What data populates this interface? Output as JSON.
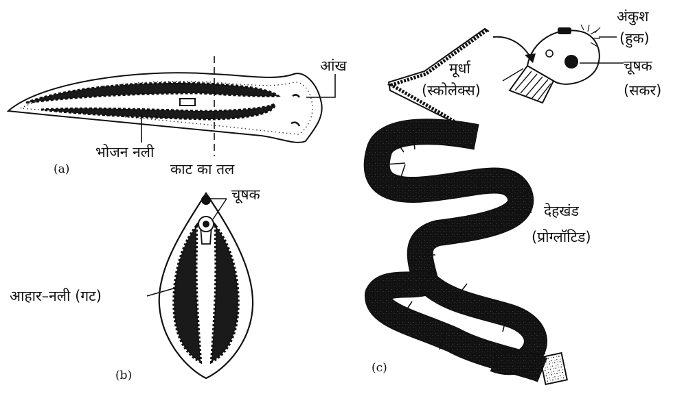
{
  "figure_a": {
    "tag": "(a)",
    "labels": {
      "eye": "आंख",
      "gut": "भोजन नली",
      "section_plane": "काट का तल"
    }
  },
  "figure_b": {
    "tag": "(b)",
    "labels": {
      "sucker": "चूषक",
      "gut": "आहार–नली (गट)"
    }
  },
  "figure_c": {
    "tag": "(c)",
    "labels": {
      "hooks_line1": "अंकुश",
      "hooks_line2": "(हुक)",
      "scolex_line1": "मूर्धा",
      "scolex_line2": "(स्कोलेक्स)",
      "sucker_line1": "चूषक",
      "sucker_line2": "(सकर)",
      "proglottid_line1": "देहखंड",
      "proglottid_line2": "(प्रोग्लॉटिड)"
    }
  },
  "colors": {
    "ink": "#111111",
    "paper": "#ffffff"
  }
}
